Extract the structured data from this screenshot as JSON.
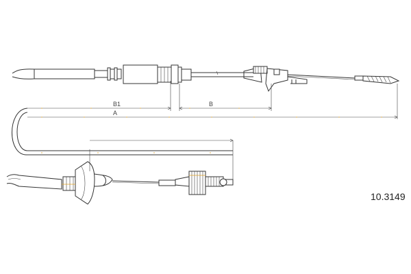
{
  "diagram": {
    "part_number": "10.3149",
    "dimension_labels": {
      "b1": "B1",
      "b": "B",
      "a": "A"
    },
    "colors": {
      "line": "#333333",
      "dimension": "#444444",
      "accent": "#e0a020"
    }
  }
}
